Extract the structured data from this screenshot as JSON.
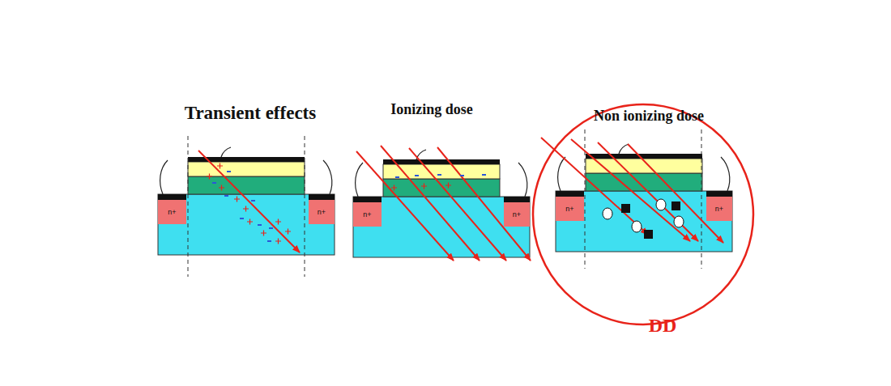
{
  "diagram": {
    "nodes": [
      {
        "text": [
          "n+"
        ]
      },
      {
        "text": [
          "n+"
        ]
      },
      {
        "text": [
          "n+"
        ]
      },
      {
        "text": [
          "n+"
        ]
      },
      {
        "text": [
          "n+"
        ]
      },
      {
        "text": [
          "n+"
        ]
      }
    ],
    "labels": [
      "Transient effects",
      "Ionizing dose",
      "Non ionizing dose",
      "DD"
    ]
  }
}
